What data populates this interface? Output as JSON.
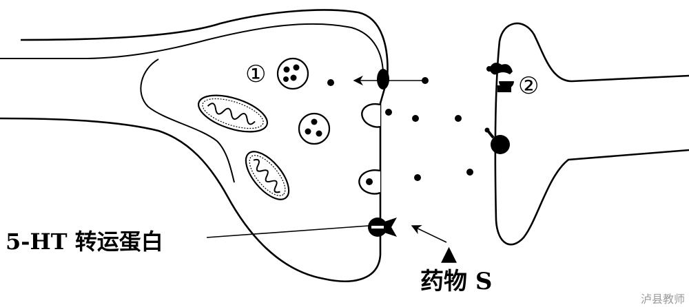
{
  "labels": {
    "marker_1": "①",
    "marker_2": "②",
    "transporter": "5-HT 转运蛋白",
    "drug_triangle": "▲",
    "drug": "药物 S"
  },
  "watermark": "泸县教师",
  "colors": {
    "stroke": "#000000",
    "fill": "#000000",
    "background": "#ffffff"
  }
}
